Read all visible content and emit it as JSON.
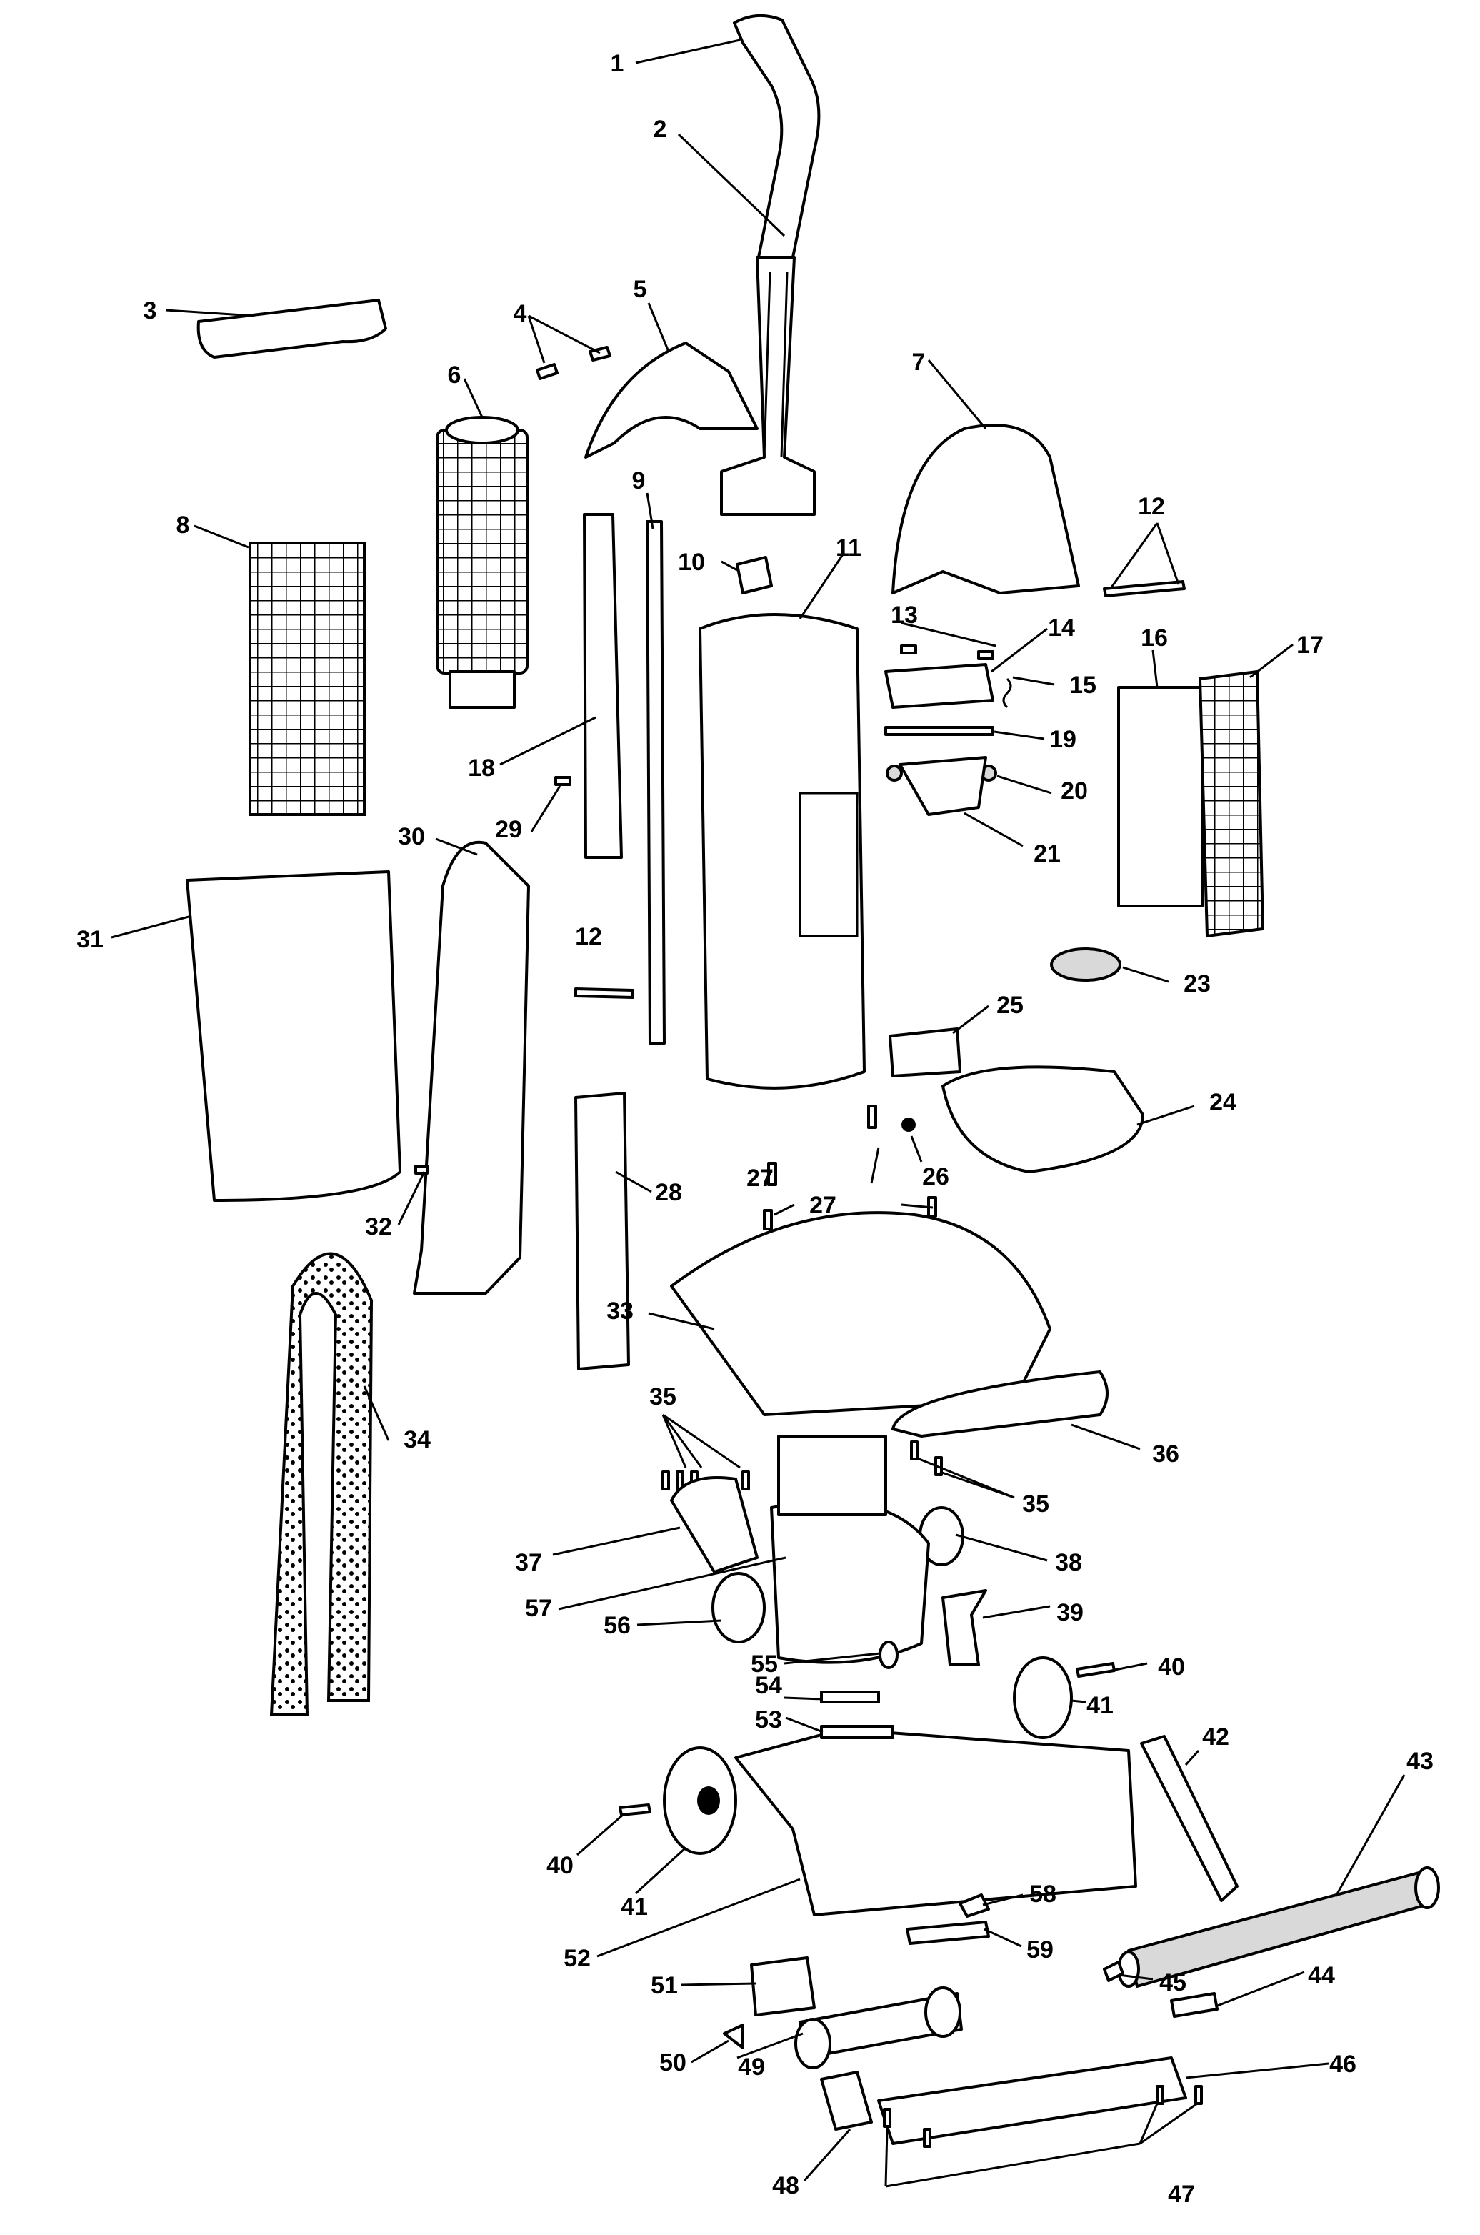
{
  "diagram": {
    "type": "exploded parts diagram",
    "subject": "upright vacuum cleaner",
    "part_numbers": [
      "1",
      "2",
      "3",
      "4",
      "5",
      "6",
      "7",
      "8",
      "9",
      "10",
      "11",
      "12",
      "12",
      "13",
      "14",
      "15",
      "16",
      "17",
      "18",
      "19",
      "20",
      "21",
      "23",
      "24",
      "25",
      "26",
      "27",
      "27",
      "28",
      "29",
      "30",
      "31",
      "32",
      "33",
      "34",
      "35",
      "35",
      "36",
      "37",
      "38",
      "39",
      "40",
      "40",
      "41",
      "41",
      "42",
      "43",
      "44",
      "45",
      "46",
      "47",
      "48",
      "49",
      "50",
      "51",
      "52",
      "53",
      "54",
      "55",
      "56",
      "57",
      "58",
      "59"
    ]
  }
}
